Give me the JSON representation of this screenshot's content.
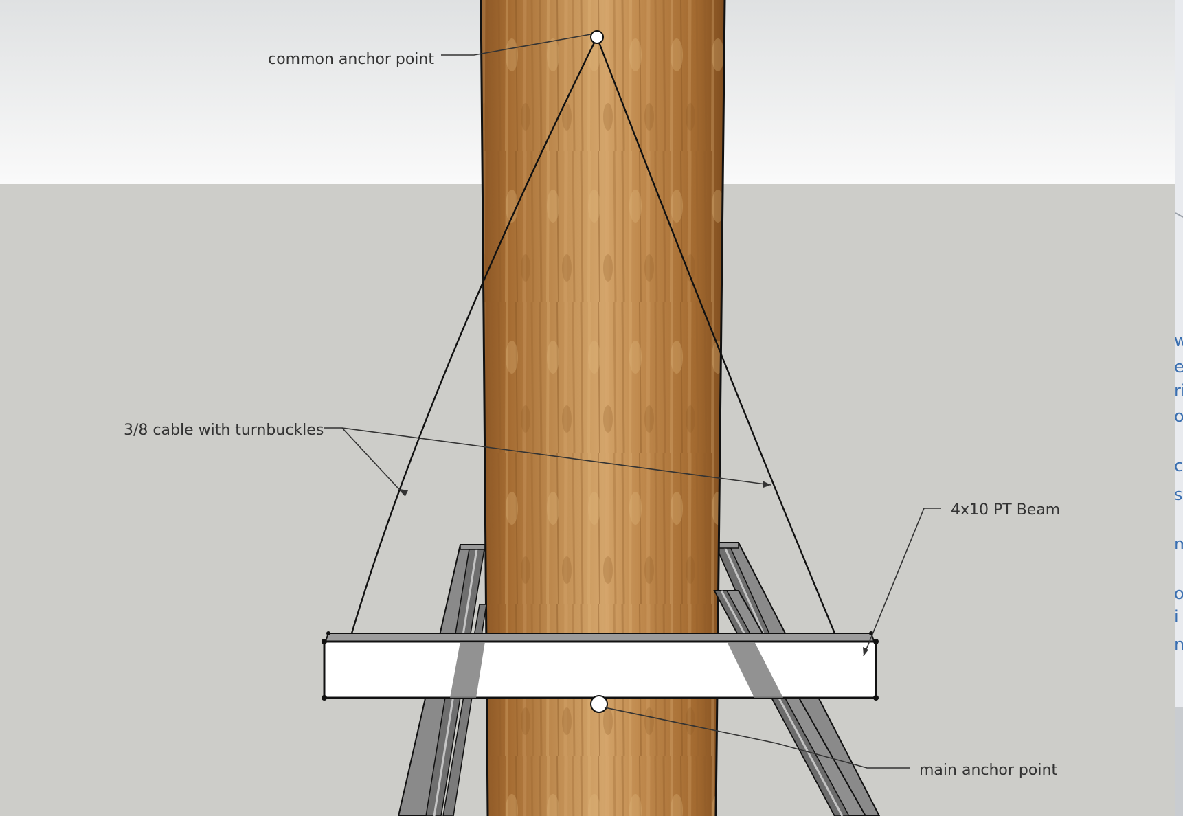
{
  "diagram": {
    "labels": {
      "common_anchor": "common anchor point",
      "cable": "3/8 cable with turnbuckles",
      "beam": "4x10 PT Beam",
      "main_anchor": "main anchor point"
    },
    "right_edge_text_fragments": [
      "w",
      "e",
      "ri",
      "ol",
      "c",
      "s",
      "m",
      "o",
      "i",
      "n"
    ]
  },
  "colors": {
    "sky": "#f3f4f4",
    "ground": "#cdcdc9",
    "trunk": "#b07a3c",
    "steel": "#808080",
    "beam": "#ffffff",
    "ink": "#111111",
    "label": "#333333",
    "edge_text": "#3a6fb0"
  }
}
